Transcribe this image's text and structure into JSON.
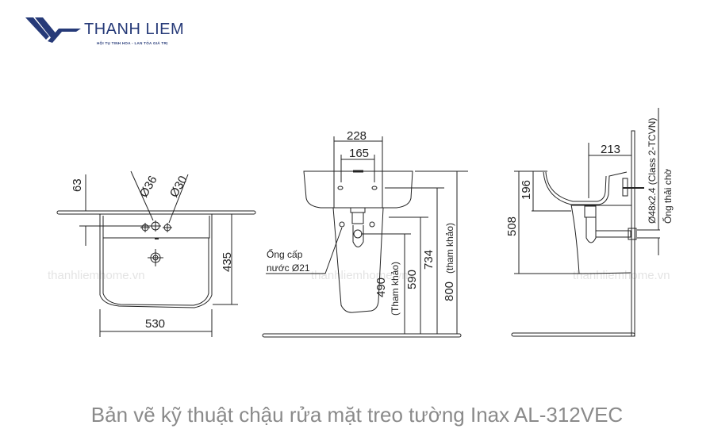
{
  "logo": {
    "name": "THANH LIEM",
    "slogan": "HỘI TỤ TINH HOA - LAN TỎA GIÁ TRỊ",
    "brand_color": "#263a78"
  },
  "watermark": "thanhliemhome.vn",
  "views": {
    "top": {
      "dims": {
        "d63": "63",
        "d36": "Ø36",
        "d30": "Ø30",
        "d435": "435",
        "d530": "530"
      }
    },
    "front": {
      "dims": {
        "d228": "228",
        "d165": "165",
        "d490": "490",
        "d490_note": "(Tham khảo)",
        "d590": "590",
        "d734": "734",
        "d800": "800",
        "d800_note": "(tham khảo)"
      },
      "supply_label_1": "Ống cấp",
      "supply_label_2": "nước Ø21"
    },
    "side": {
      "dims": {
        "d213": "213",
        "d196": "196",
        "d508": "508"
      },
      "pipe_label": "Ø48x2.4 (Class 2-TCVN)",
      "pipe_label_2": "Ống thải chờ"
    }
  },
  "caption": "Bản vẽ kỹ thuật chậu rửa mặt treo tường Inax AL-312VEC",
  "colors": {
    "line": "#222222",
    "caption": "#8a8a8a",
    "watermark": "#e4e4e4"
  }
}
